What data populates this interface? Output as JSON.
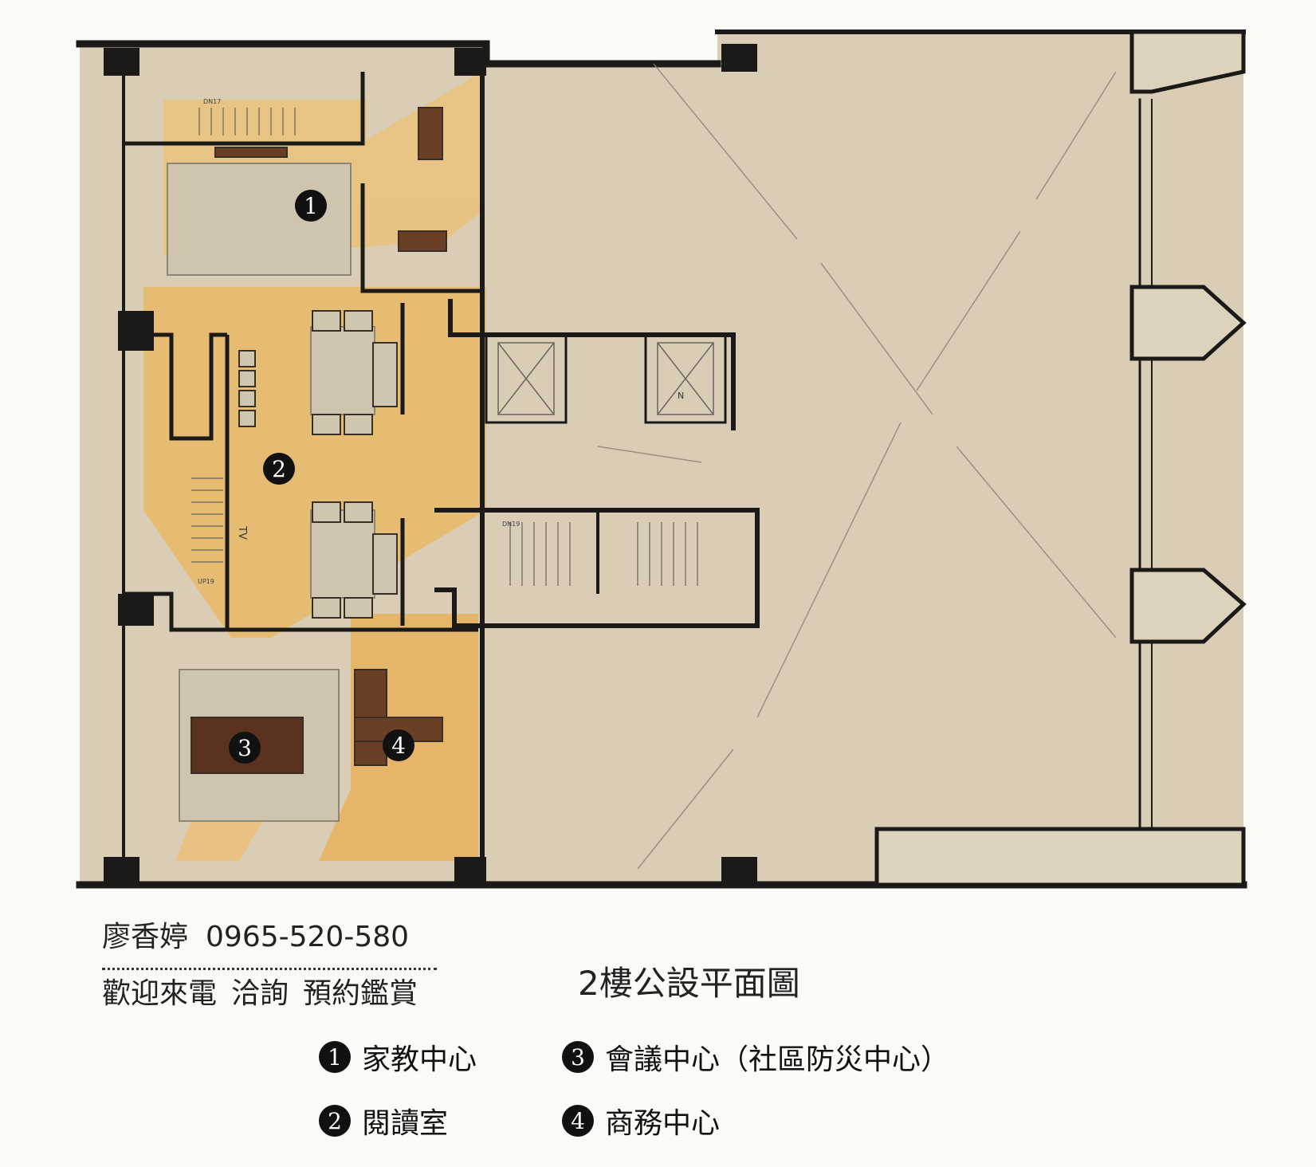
{
  "contact": {
    "name": "廖香婷",
    "phone": "0965-520-580",
    "welcome": [
      "歡迎來電",
      "洽詢",
      "預約鑑賞"
    ]
  },
  "title": "2樓公設平面圖",
  "legend": [
    {
      "num": "1",
      "label": "家教中心"
    },
    {
      "num": "2",
      "label": "閱讀室"
    },
    {
      "num": "3",
      "label": "會議中心（社區防災中心）"
    },
    {
      "num": "4",
      "label": "商務中心"
    }
  ],
  "plan_labels": {
    "tv": "TV",
    "stair_up": "UP19",
    "stair_down_a": "DN17",
    "stair_down_b": "DN19",
    "north": "N"
  },
  "colors": {
    "paper": "#d8ccb4",
    "wall": "#1c1a18",
    "ochre": "#e6b764",
    "ochre_light": "#efd29a",
    "rug": "#cfc6b0",
    "wood": "#6b3f25"
  }
}
